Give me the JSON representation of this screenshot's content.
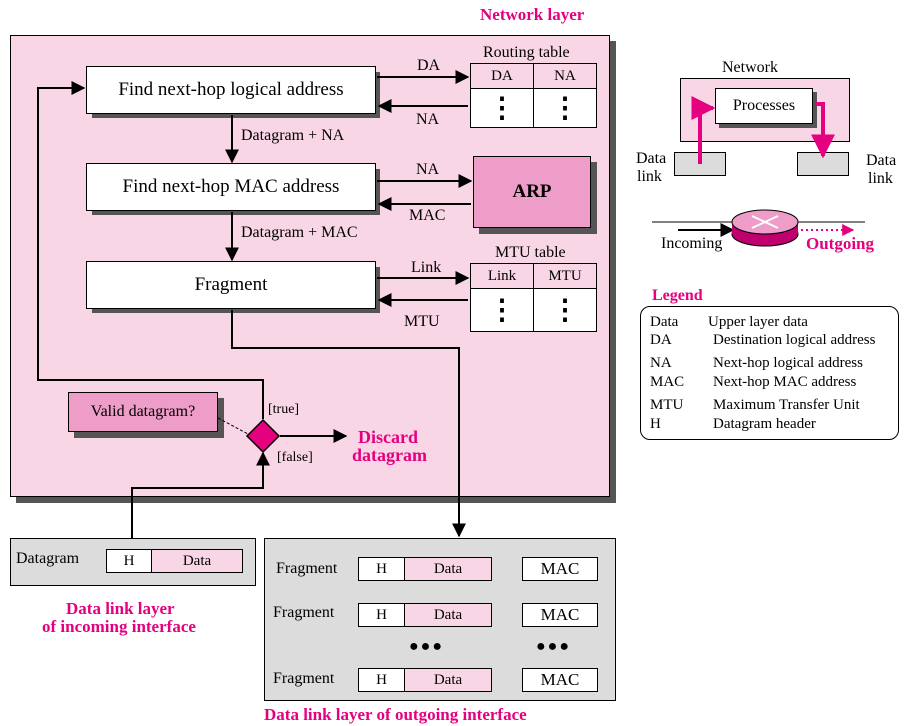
{
  "network_layer": {
    "title": "Network layer",
    "find_logical": "Find next-hop logical address",
    "find_mac": "Find next-hop MAC address",
    "fragment": "Fragment",
    "arp": "ARP",
    "routing_table": {
      "title": "Routing table",
      "col1": "DA",
      "col2": "NA"
    },
    "mtu_table": {
      "title": "MTU table",
      "col1": "Link",
      "col2": "MTU"
    },
    "arrows": {
      "da": "DA",
      "na_back": "NA",
      "na_arp": "NA",
      "mac_back": "MAC",
      "link": "Link",
      "mtu_back": "MTU",
      "dg_na": "Datagram + NA",
      "dg_mac": "Datagram + MAC"
    },
    "valid_q": "Valid datagram?",
    "true_lbl": "[true]",
    "false_lbl": "[false]",
    "discard_1": "Discard",
    "discard_2": "datagram",
    "vdots": "⋮"
  },
  "incoming": {
    "datagram": "Datagram",
    "h": "H",
    "data": "Data",
    "caption_1": "Data link layer",
    "caption_2": "of incoming interface"
  },
  "outgoing": {
    "rows": [
      {
        "label": "Fragment",
        "h": "H",
        "data": "Data",
        "mac": "MAC"
      },
      {
        "label": "Fragment",
        "h": "H",
        "data": "Data",
        "mac": "MAC"
      },
      {
        "label": "Fragment",
        "h": "H",
        "data": "Data",
        "mac": "MAC"
      }
    ],
    "dots": "●●●",
    "caption": "Data link layer of outgoing interface"
  },
  "mini": {
    "network": "Network",
    "processes": "Processes",
    "left_1": "Data",
    "left_2": "link",
    "right_1": "Data",
    "right_2": "link",
    "incoming": "Incoming",
    "outgoing": "Outgoing"
  },
  "legend": {
    "title": "Legend",
    "entries": [
      {
        "abbr": "Data",
        "desc": "Upper layer data"
      },
      {
        "abbr": "DA",
        "desc": "Destination logical address"
      },
      {
        "abbr": "NA",
        "desc": "Next-hop logical address"
      },
      {
        "abbr": "MAC",
        "desc": "Next-hop MAC address"
      },
      {
        "abbr": "MTU",
        "desc": "Maximum Transfer Unit"
      },
      {
        "abbr": "H",
        "desc": "Datagram header"
      }
    ]
  },
  "colors": {
    "accent": "#e4007f",
    "pink_fill": "#f9d6e6",
    "arp_fill": "#ee9cc8",
    "gray_fill": "#dcdcdc"
  }
}
